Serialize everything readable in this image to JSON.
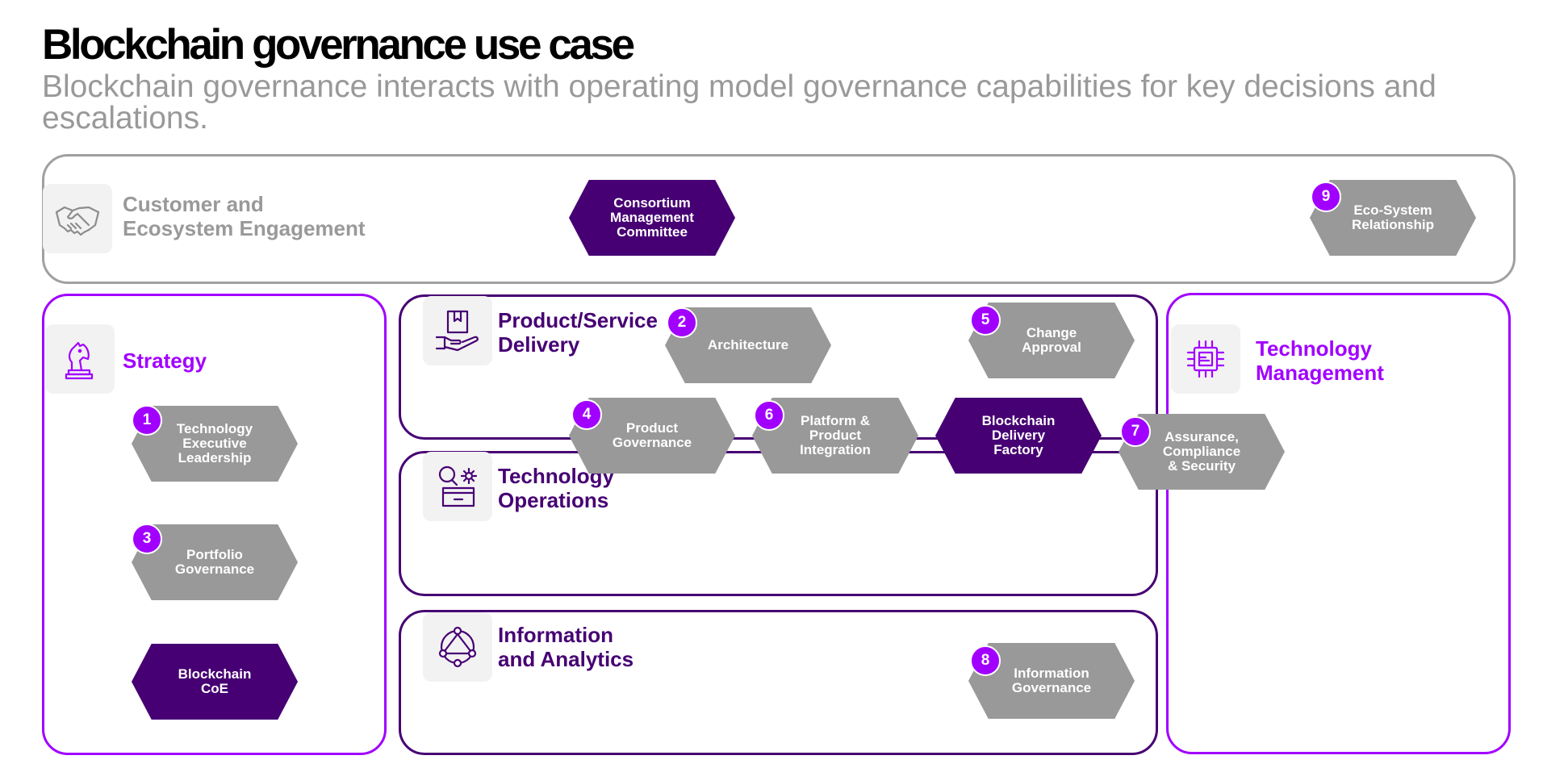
{
  "header": {
    "title": "Blockchain governance use case",
    "subtitle": "Blockchain governance interacts with operating model governance capabilities for key decisions and escalations."
  },
  "colors": {
    "accent_purple": "#a100ff",
    "dark_purple": "#460073",
    "grey": "#999999",
    "light_grey_tile": "#f2f2f2"
  },
  "areas": {
    "customer": {
      "label": "Customer and\nEcosystem Engagement",
      "icon": "handshake-icon"
    },
    "strategy": {
      "label": "Strategy",
      "icon": "chess-knight-icon"
    },
    "product_delivery": {
      "label": "Product/Service\nDelivery",
      "icon": "hand-box-icon"
    },
    "tech_ops": {
      "label": "Technology\nOperations",
      "icon": "search-gear-icon"
    },
    "info_analytics": {
      "label": "Information\nand Analytics",
      "icon": "network-icon"
    },
    "tech_mgmt": {
      "label": "Technology\nManagement",
      "icon": "chip-icon"
    }
  },
  "nodes": {
    "consortium": {
      "label": "Consortium\nManagement\nCommittee"
    },
    "eco_system": {
      "label": "Eco-System\nRelationship",
      "badge": "9"
    },
    "tech_exec": {
      "label": "Technology\nExecutive\nLeadership",
      "badge": "1"
    },
    "portfolio": {
      "label": "Portfolio\nGovernance",
      "badge": "3"
    },
    "blockchain_coe": {
      "label": "Blockchain\nCoE"
    },
    "architecture": {
      "label": "Architecture",
      "badge": "2"
    },
    "change_approval": {
      "label": "Change\nApproval",
      "badge": "5"
    },
    "product_gov": {
      "label": "Product\nGovernance",
      "badge": "4"
    },
    "platform": {
      "label": "Platform &\nProduct\nIntegration",
      "badge": "6"
    },
    "delivery_factory": {
      "label": "Blockchain\nDelivery\nFactory"
    },
    "assurance": {
      "label": "Assurance,\nCompliance\n& Security",
      "badge": "7"
    },
    "info_gov": {
      "label": "Information\nGovernance",
      "badge": "8"
    }
  }
}
